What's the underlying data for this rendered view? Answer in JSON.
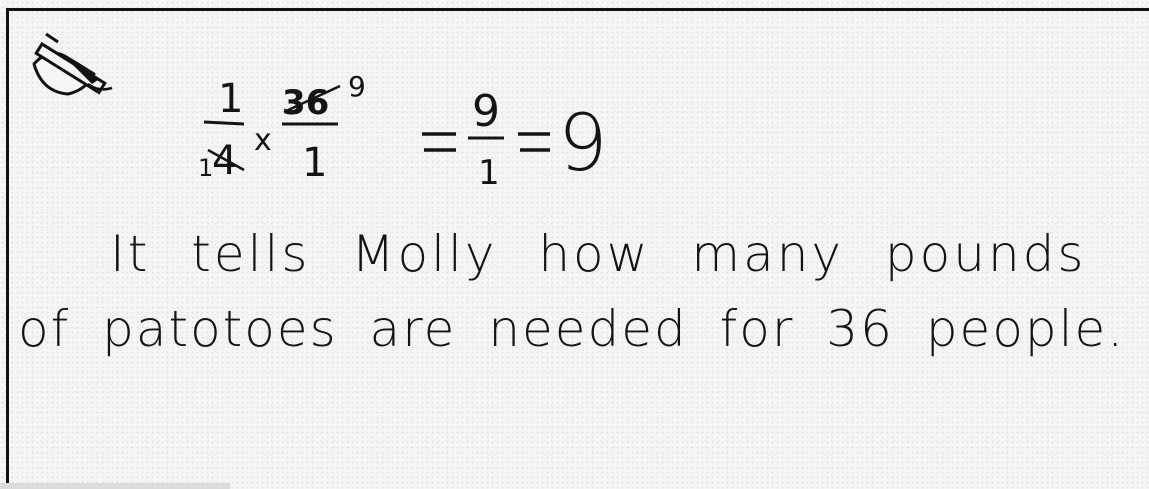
{
  "computation": {
    "expression": "1/4 × 36/1 = 9/1 = 9",
    "factor_1_numerator": "1",
    "factor_1_denominator": "4",
    "factor_1_reduced_denominator": "1",
    "factor_2_numerator": "36",
    "factor_2_reduced_numerator": "9",
    "factor_2_denominator": "1",
    "operator": "x",
    "product_numerator": "9",
    "product_denominator": "1",
    "result": "9"
  },
  "explanation": {
    "line_1": "It tells Molly how many pounds",
    "line_2": "of patotoes are needed for 36 people."
  },
  "icons": {
    "pencil": "pencil-writing-icon"
  }
}
